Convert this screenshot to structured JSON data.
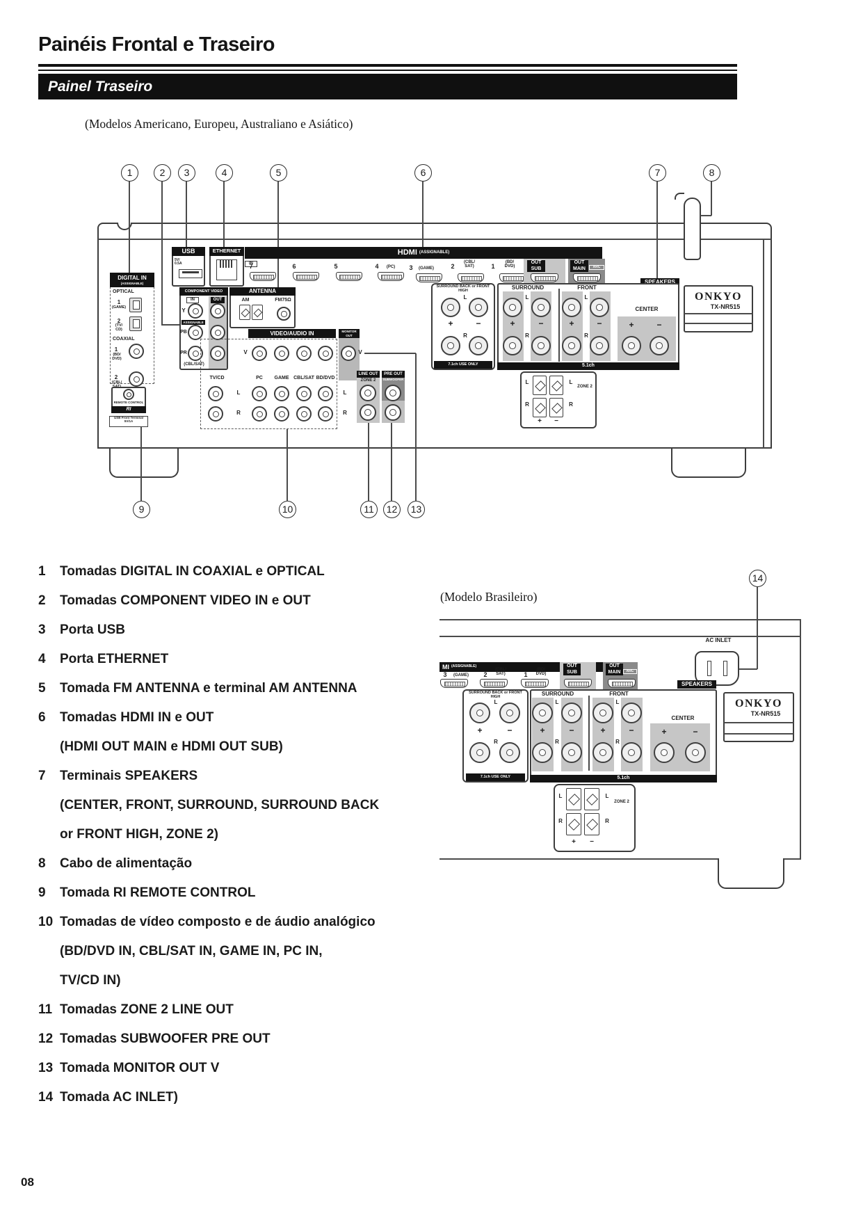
{
  "header": {
    "title": "Painéis Frontal e Traseiro",
    "banner": "Painel Traseiro"
  },
  "captions": {
    "models": "(Modelos Americano, Europeu, Australiano e Asiático)",
    "brazil": "(Modelo Brasileiro)"
  },
  "page_number": "08",
  "callouts": [
    "1",
    "2",
    "3",
    "4",
    "5",
    "6",
    "7",
    "8",
    "9",
    "10",
    "11",
    "12",
    "13",
    "14"
  ],
  "sym": {
    "L": "L",
    "R": "R",
    "plus": "+",
    "minus": "−",
    "V": "V",
    "in": "IN",
    "out": "OUT"
  },
  "panel": {
    "digital": {
      "title": "DIGITAL IN",
      "sub": "(ASSIGNABLE)",
      "optical": "OPTICAL",
      "coaxial": "COAXIAL",
      "n1": "1",
      "n2": "2",
      "src_game": "(GAME)",
      "src_tvcd": "(TV/\nCD)",
      "src_bddvd": "(BD/\nDVD)",
      "src_cblsat": "(CBL/\nSAT)"
    },
    "remote": {
      "title": "REMOTE CONTROL",
      "ri": "RI",
      "usb_front": "USB Front Terminal\n5V/1A"
    },
    "usb": {
      "title": "USB",
      "spec": "5V/\n0.5A"
    },
    "ethernet": {
      "title": "ETHERNET"
    },
    "hdmi": {
      "title": "HDMI",
      "sub": "(ASSIGNABLE)",
      "cut_title": "MI",
      "ports": [
        {
          "n": "7",
          "s": ""
        },
        {
          "n": "6",
          "s": ""
        },
        {
          "n": "5",
          "s": ""
        },
        {
          "n": "4",
          "s": "(PC)"
        },
        {
          "n": "3",
          "s": "(GAME)"
        },
        {
          "n": "2",
          "s": "(CBL/\nSAT)"
        },
        {
          "n": "1",
          "s": "(BD/\nDVD)"
        }
      ],
      "out_sub": "OUT\nSUB",
      "out_main": "OUT\nMAIN",
      "arc": "ARC"
    },
    "component": {
      "title": "COMPONENT VIDEO",
      "y": "Y",
      "pb": "PB",
      "pr": "PR",
      "assignable": "ASSIGNABLE",
      "src": "(CBL/SAT)"
    },
    "antenna": {
      "title": "ANTENNA",
      "am": "AM",
      "fm": "FM75Ω"
    },
    "va": {
      "title": "VIDEO/AUDIO IN",
      "monitor": "MONITOR OUT",
      "cols": [
        "TV/CD",
        "PC",
        "GAME",
        "CBL/SAT",
        "BD/DVD"
      ]
    },
    "outs": {
      "line": "LINE OUT",
      "zone2": "ZONE 2",
      "pre": "PRE OUT",
      "sub": "SUBWOOFER"
    },
    "speakers": {
      "title": "SPEAKERS",
      "sb": "SURROUND BACK or FRONT HIGH",
      "surround": "SURROUND",
      "front": "FRONT",
      "center": "CENTER",
      "ch71": "7.1ch USE ONLY",
      "ch51": "5.1ch",
      "zone2": "ZONE 2"
    },
    "brand": {
      "name": "ONKYO",
      "model": "TX-NR515"
    },
    "ac": "AC INLET"
  },
  "list": [
    {
      "n": "1",
      "t": "Tomadas DIGITAL IN COAXIAL e OPTICAL"
    },
    {
      "n": "2",
      "t": "Tomadas COMPONENT VIDEO IN e OUT"
    },
    {
      "n": "3",
      "t": "Porta USB"
    },
    {
      "n": "4",
      "t": "Porta ETHERNET"
    },
    {
      "n": "5",
      "t": "Tomada FM ANTENNA e terminal AM ANTENNA"
    },
    {
      "n": "6",
      "t": "Tomadas HDMI IN e OUT"
    },
    {
      "n": "",
      "t": "(HDMI OUT MAIN e HDMI OUT SUB)"
    },
    {
      "n": "7",
      "t": "Terminais SPEAKERS"
    },
    {
      "n": "",
      "t": "(CENTER, FRONT, SURROUND, SURROUND BACK"
    },
    {
      "n": "",
      "t": "or FRONT HIGH, ZONE 2)"
    },
    {
      "n": "8",
      "t": "Cabo de alimentação"
    },
    {
      "n": "9",
      "t": "Tomada RI REMOTE CONTROL"
    },
    {
      "n": "10",
      "t": "Tomadas de vídeo composto e de áudio analógico"
    },
    {
      "n": "",
      "t": "(BD/DVD IN, CBL/SAT IN, GAME IN, PC IN,"
    },
    {
      "n": "",
      "t": "TV/CD IN)"
    },
    {
      "n": "11",
      "t": "Tomadas ZONE 2 LINE OUT"
    },
    {
      "n": "12",
      "t": "Tomadas SUBWOOFER PRE OUT"
    },
    {
      "n": "13",
      "t": "Tomada MONITOR OUT V"
    },
    {
      "n": "14",
      "t": "Tomada AC INLET)"
    }
  ]
}
